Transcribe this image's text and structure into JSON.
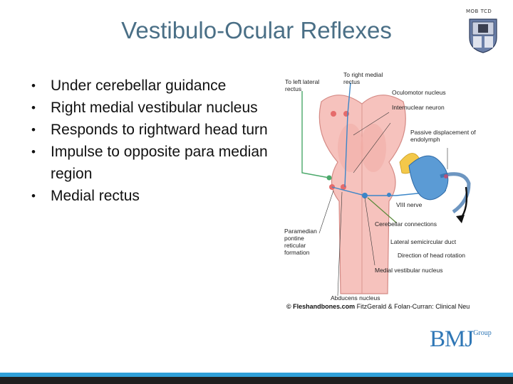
{
  "corner_tag": "MOB TCD",
  "title": "Vestibulo-Ocular Reflexes",
  "bullets": [
    "Under cerebellar guidance",
    "Right medial vestibular nucleus",
    "Responds to rightward head turn",
    "Impulse to opposite para median region",
    "Medial rectus"
  ],
  "figure": {
    "labels": {
      "to_left_lateral_rectus": "To left lateral rectus",
      "to_right_medial_rectus": "To right medial rectus",
      "oculomotor_nucleus": "Oculomotor nucleus",
      "internuclear_neuron": "Internuclear neuron",
      "passive_displacement": "Passive displacement of endolymph",
      "viii_nerve": "VIII nerve",
      "cerebellar_connections": "Cerebellar connections",
      "paramedian": "Paramedian pontine reticular formation",
      "lateral_semicircular_duct": "Lateral semicircular duct",
      "direction_head_rotation": "Direction of head rotation",
      "medial_vestibular_nucleus": "Medial vestibular nucleus",
      "abducens_nucleus": "Abducens nucleus"
    },
    "copyright_site": "© Fleshandbones.com",
    "copyright_rest": " FitzGerald & Folan-Curran: Clinical Neu"
  },
  "logo": {
    "text": "BMJ",
    "suffix": "Group"
  },
  "colors": {
    "title": "#4a6f86",
    "brand_blue": "#2f77b6",
    "bar_blue": "#2fa0d8"
  }
}
